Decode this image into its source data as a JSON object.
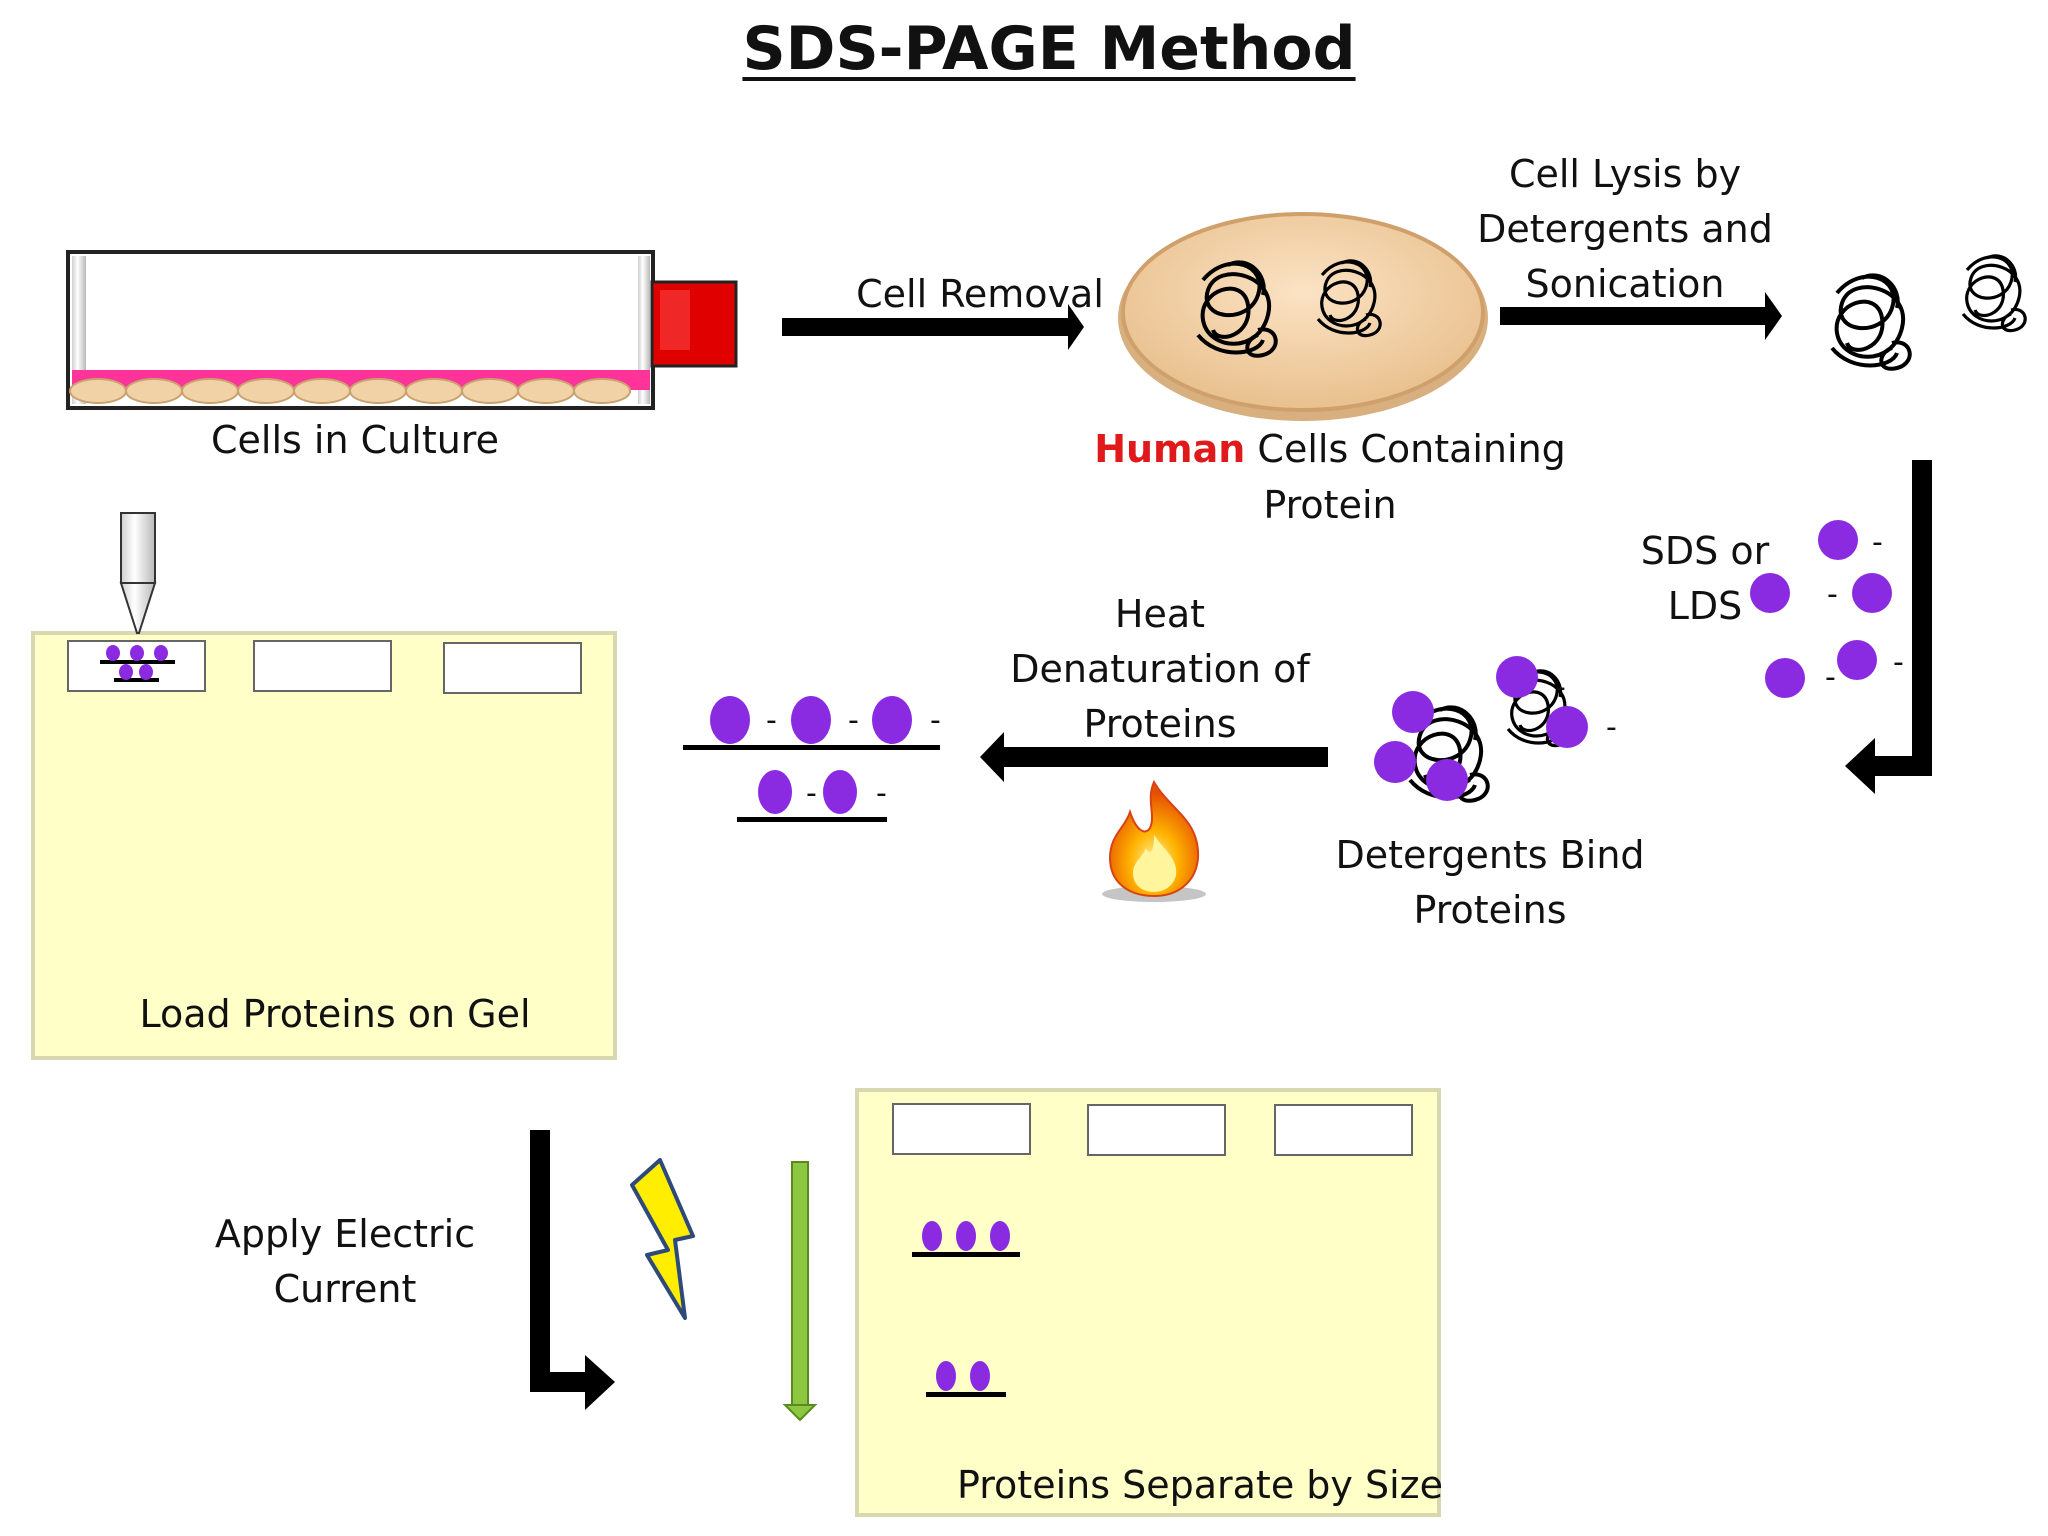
{
  "title": "SDS-PAGE  Method",
  "steps": {
    "culture": "Cells in Culture",
    "removal": "Cell Removal",
    "human_word": "Human",
    "human_rest_line1": " Cells Containing",
    "human_line2": "Protein",
    "lysis_line1": "Cell Lysis by",
    "lysis_line2": "Detergents and",
    "lysis_line3": "Sonication",
    "sds_line1": "SDS or",
    "sds_line2": "LDS",
    "bind_line1": "Detergents Bind",
    "bind_line2": "Proteins",
    "heat_line1": "Heat",
    "heat_line2": "Denaturation of",
    "heat_line3": "Proteins",
    "load": "Load Proteins on Gel",
    "current_line1": "Apply Electric",
    "current_line2": "Current",
    "separate": "Proteins Separate by Size"
  },
  "charge_symbol": "-",
  "colors": {
    "protein": "#8a2be2",
    "gel": "#ffffc8",
    "gel_border": "#d8d8b0",
    "cap": "#e00000",
    "media": "#ff3399",
    "cell": "#f1d2a6",
    "flame": "#f57c00",
    "bolt": "#ffee00",
    "down_arrow": "#8dc63f",
    "highlight": "#e0191b"
  }
}
